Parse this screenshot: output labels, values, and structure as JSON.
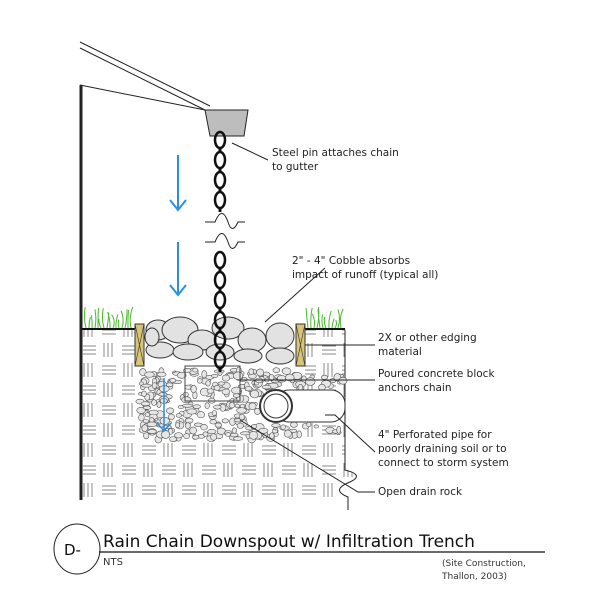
{
  "title": "Rain Chain Downspout w/ Infiltration Trench",
  "detail_id": "D-",
  "scale": "NTS",
  "citation": [
    "(Site Construction,",
    "Thallon, 2003)"
  ],
  "callouts": {
    "steel_pin": [
      "Steel pin attaches chain",
      "to gutter"
    ],
    "cobble": [
      "2\" - 4\" Cobble absorbs",
      "impact of runoff (typical all)"
    ],
    "edging": [
      "2X or other edging",
      "material"
    ],
    "concrete": [
      "Poured concrete block",
      "anchors chain"
    ],
    "pipe": [
      "4\" Perforated pipe for",
      "poorly draining soil or to",
      "connect to storm system"
    ],
    "drain_rock": [
      "Open drain rock"
    ]
  },
  "colors": {
    "water_arrow": "#2b8fe0",
    "grass": "#4cb82e",
    "edging": "#d8c477",
    "stone": "#e2e2e2"
  }
}
